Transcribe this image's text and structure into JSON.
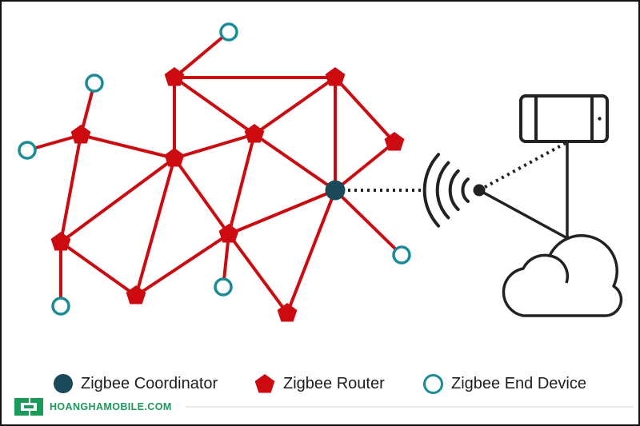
{
  "legend": {
    "coordinator": "Zigbee Coordinator",
    "router": "Zigbee Router",
    "end_device": "Zigbee End Device"
  },
  "watermark": {
    "text": "HOANGHAMOBILE.COM"
  },
  "colors": {
    "router": "#cc0a10",
    "link": "#cc0a10",
    "coordinator": "#1a4a5a",
    "end_device": "#1a8c96",
    "line_dark": "#222222",
    "brand_green": "#1a9b5a"
  },
  "icons": {
    "phone": "smartphone-icon",
    "cloud": "cloud-icon",
    "wireless": "wireless-signal-icon"
  }
}
